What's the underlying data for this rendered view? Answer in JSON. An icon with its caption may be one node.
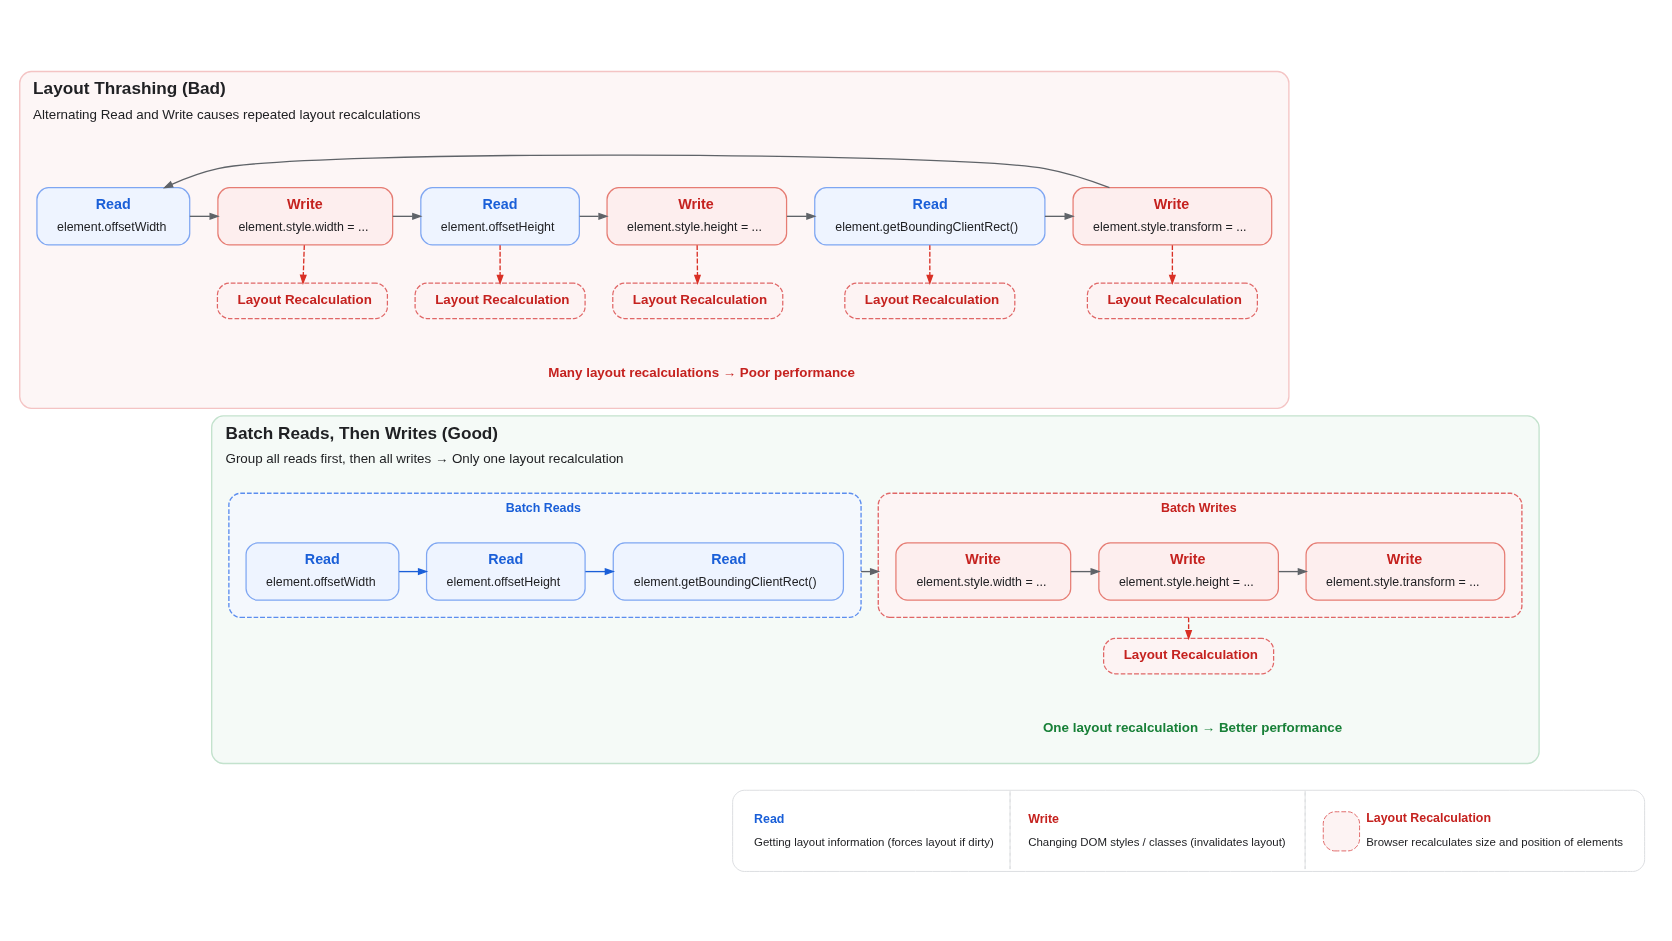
{
  "diagram": {
    "nodes": [
      {
        "text": [
          "Layout Thrashing (Bad)",
          "Alternating Read and Write causes repeated layout recalculations"
        ]
      },
      {
        "text": [
          "Read",
          "element.offsetWidth"
        ],
        "in": 0
      },
      {
        "text": [
          "Write",
          "element.style.width = ..."
        ],
        "in": 0
      },
      {
        "text": [
          "Read",
          "element.offsetHeight"
        ],
        "in": 0
      },
      {
        "text": [
          "Write",
          "element.style.height = ..."
        ],
        "in": 0
      },
      {
        "text": [
          "Read",
          "element.getBoundingClientRect()"
        ],
        "in": 0
      },
      {
        "text": [
          "Write",
          "element.style.transform = ..."
        ],
        "in": 0
      },
      {
        "text": [
          "Layout Recalculation"
        ],
        "in": 0
      },
      {
        "text": [
          "Layout Recalculation"
        ],
        "in": 0
      },
      {
        "text": [
          "Layout Recalculation"
        ],
        "in": 0
      },
      {
        "text": [
          "Layout Recalculation"
        ],
        "in": 0
      },
      {
        "text": [
          "Layout Recalculation"
        ],
        "in": 0
      },
      {
        "text": [
          "Batch Reads, Then Writes (Good)",
          "Group all reads first, then all writes → Only one layout recalculation"
        ]
      },
      {
        "text": [
          "Batch Reads"
        ],
        "in": 12
      },
      {
        "text": [
          "Read",
          "element.offsetWidth"
        ],
        "in": 13
      },
      {
        "text": [
          "Read",
          "element.offsetHeight"
        ],
        "in": 13
      },
      {
        "text": [
          "Read",
          "element.getBoundingClientRect()"
        ],
        "in": 13
      },
      {
        "text": [
          "Batch Writes"
        ],
        "in": 12
      },
      {
        "text": [
          "Write",
          "element.style.width = ..."
        ],
        "in": 17
      },
      {
        "text": [
          "Write",
          "element.style.height = ..."
        ],
        "in": 17
      },
      {
        "text": [
          "Write",
          "element.style.transform = ..."
        ],
        "in": 17
      },
      {
        "text": [
          "Layout Recalculation"
        ],
        "in": 12
      }
    ],
    "edges": [
      {
        "from": 1,
        "to": 2,
        "arrow": "to"
      },
      {
        "from": 2,
        "to": 3,
        "arrow": "to"
      },
      {
        "from": 3,
        "to": 4,
        "arrow": "to"
      },
      {
        "from": 4,
        "to": 5,
        "arrow": "to"
      },
      {
        "from": 5,
        "to": 6,
        "arrow": "to"
      },
      {
        "from": 6,
        "to": 1,
        "arrow": "to"
      },
      {
        "from": 2,
        "to": 7,
        "arrow": "to",
        "style": "dashed",
        "color": "#d93025"
      },
      {
        "from": 3,
        "to": 8,
        "arrow": "to",
        "style": "dashed",
        "color": "#d93025"
      },
      {
        "from": 4,
        "to": 9,
        "arrow": "to",
        "style": "dashed",
        "color": "#d93025"
      },
      {
        "from": 5,
        "to": 10,
        "arrow": "to",
        "style": "dashed",
        "color": "#d93025"
      },
      {
        "from": 6,
        "to": 11,
        "arrow": "to",
        "style": "dashed",
        "color": "#d93025"
      },
      {
        "from": 14,
        "to": 15,
        "arrow": "to",
        "color": "#1a5fd8"
      },
      {
        "from": 15,
        "to": 16,
        "arrow": "to",
        "color": "#1a5fd8"
      },
      {
        "from": 13,
        "to": 17,
        "arrow": "to"
      },
      {
        "from": 18,
        "to": 19,
        "arrow": "to"
      },
      {
        "from": 19,
        "to": 20,
        "arrow": "to"
      },
      {
        "from": 17,
        "to": 21,
        "arrow": "to",
        "style": "dashed",
        "color": "#d93025"
      }
    ],
    "labels": [
      "Many layout recalculations → Poor performance",
      "One layout recalculation → Better performance",
      "Getting layout information (forces layout if dirty)",
      "Changing DOM styles / classes (invalidates layout)",
      "Browser recalculates size and position of elements"
    ],
    "legend": [
      {
        "text": "Read"
      },
      {
        "text": "Write"
      },
      {
        "text": "Layout Recalculation"
      }
    ]
  }
}
